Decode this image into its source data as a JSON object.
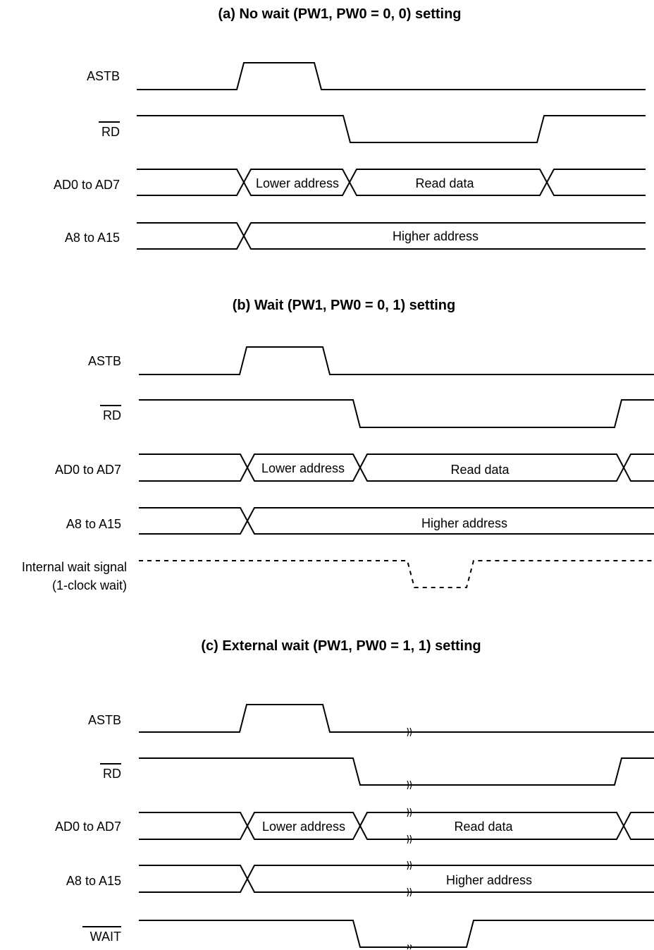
{
  "sections": {
    "a": {
      "title": "(a) No wait (PW1, PW0 = 0, 0) setting",
      "signals": [
        "ASTB",
        "RD",
        "AD0 to AD7",
        "A8 to A15"
      ],
      "ad_lower": "Lower address",
      "ad_data": "Read data",
      "a_high": "Higher address"
    },
    "b": {
      "title": "(b) Wait (PW1, PW0 = 0, 1) setting",
      "signals": [
        "ASTB",
        "RD",
        "AD0 to AD7",
        "A8 to A15"
      ],
      "wait_label_1": "Internal wait signal",
      "wait_label_2": "(1-clock wait)",
      "ad_lower": "Lower address",
      "ad_data": "Read data",
      "a_high": "Higher address"
    },
    "c": {
      "title": "(c) External wait (PW1, PW0 = 1, 1) setting",
      "signals": [
        "ASTB",
        "RD",
        "AD0 to AD7",
        "A8 to A15",
        "WAIT"
      ],
      "ad_lower": "Lower address",
      "ad_data": "Read data",
      "a_high": "Higher address"
    }
  }
}
